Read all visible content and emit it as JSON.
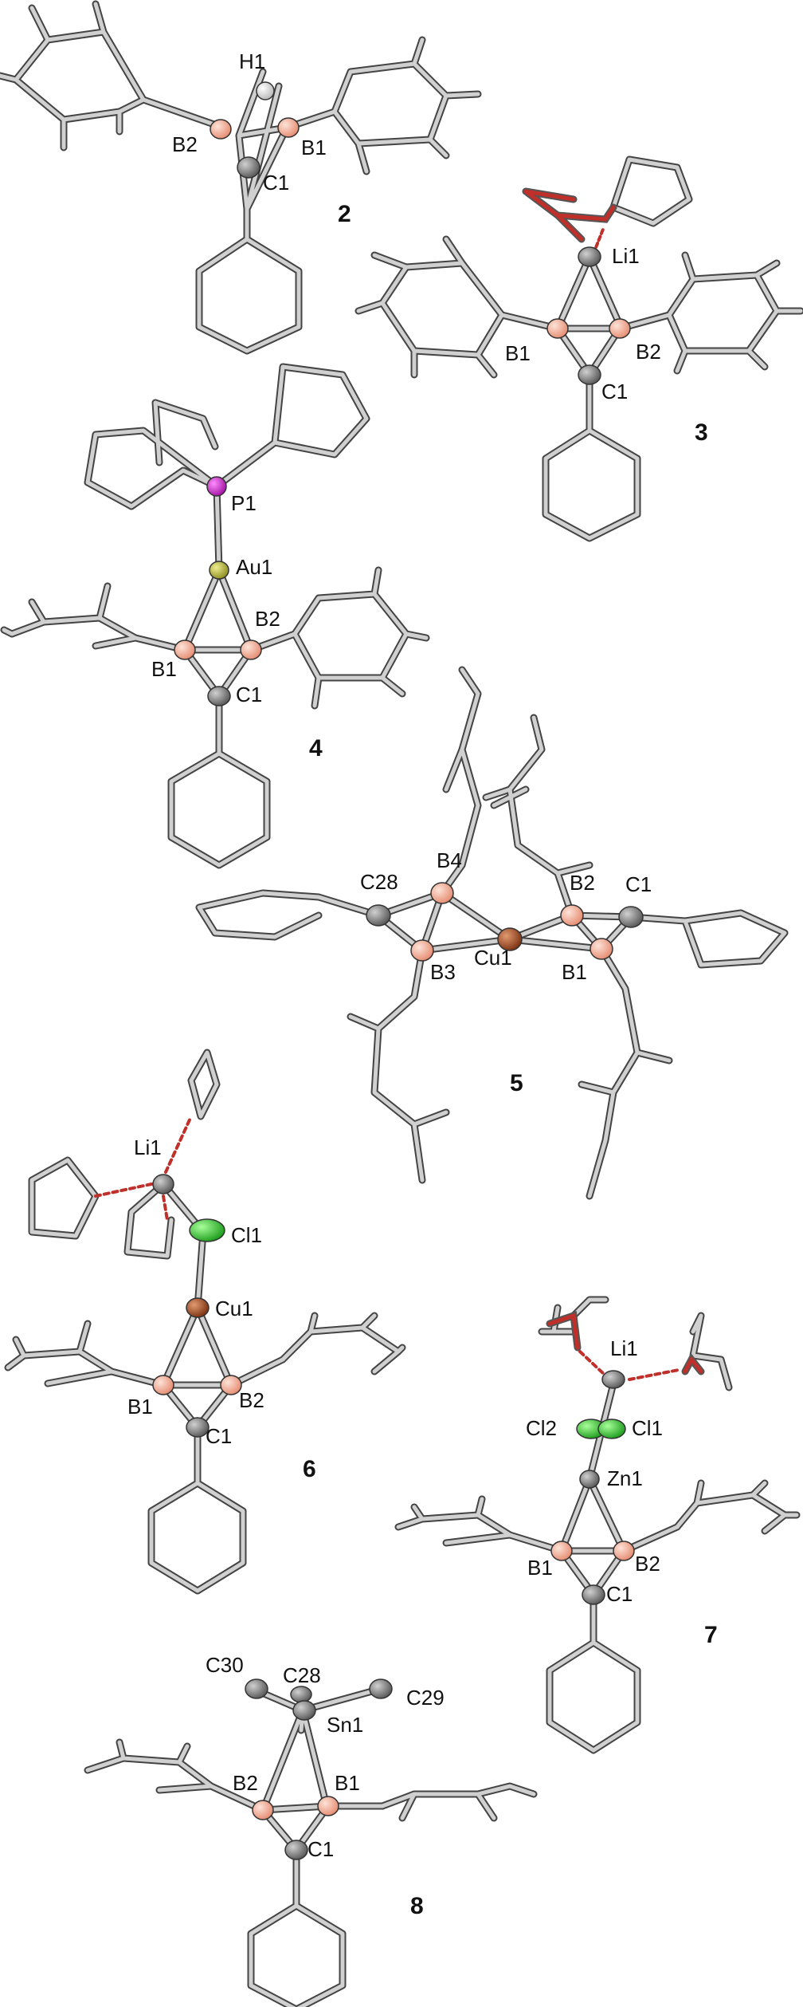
{
  "colors": {
    "boron": "#f0a089",
    "carbon": "#8a8a8a",
    "hydrogen": "#d8d8d8",
    "lithium": "#9c9c9c",
    "phosphorus": "#d020d0",
    "gold": "#b3b33a",
    "copper": "#b0562a",
    "chlorine": "#33cc33",
    "zinc": "#9a9a9a",
    "tin": "#9a9a9a",
    "oxygen_bond": "#c0302a",
    "stick": "#c4c4c4",
    "stick_outline": "#444444"
  },
  "compounds": [
    {
      "id": "c2",
      "label": "2",
      "atoms": [
        "H1",
        "B2",
        "B1",
        "C1"
      ]
    },
    {
      "id": "c3",
      "label": "3",
      "atoms": [
        "Li1",
        "B1",
        "B2",
        "C1"
      ]
    },
    {
      "id": "c4",
      "label": "4",
      "atoms": [
        "P1",
        "Au1",
        "B2",
        "B1",
        "C1"
      ]
    },
    {
      "id": "c5",
      "label": "5",
      "atoms": [
        "C28",
        "B4",
        "B2",
        "C1",
        "Cu1",
        "B3",
        "B1"
      ]
    },
    {
      "id": "c6",
      "label": "6",
      "atoms": [
        "Li1",
        "Cl1",
        "Cu1",
        "B1",
        "B2",
        "C1"
      ]
    },
    {
      "id": "c7",
      "label": "7",
      "atoms": [
        "Li1",
        "Cl2",
        "Cl1",
        "Zn1",
        "B1",
        "B2",
        "C1"
      ]
    },
    {
      "id": "c8",
      "label": "8",
      "atoms": [
        "C30",
        "C28",
        "C29",
        "Sn1",
        "B2",
        "B1",
        "C1"
      ]
    }
  ]
}
